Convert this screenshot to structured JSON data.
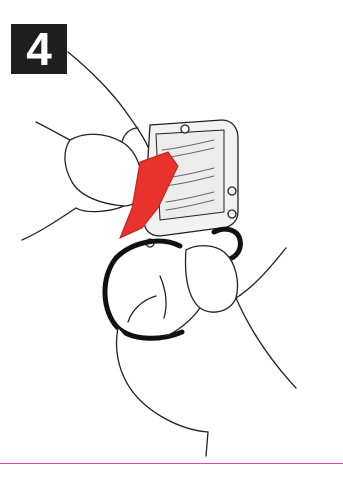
{
  "step": {
    "number": "4"
  },
  "colors": {
    "badge_bg": "#1f1f1f",
    "tab_red": "#e8322b",
    "device_fill": "#f2f2f2",
    "line": "#222222",
    "rule": "#e23bd6"
  },
  "icons": [
    "hand-illustration",
    "device-illustration",
    "pull-tab-illustration",
    "elastic-loop-illustration"
  ]
}
